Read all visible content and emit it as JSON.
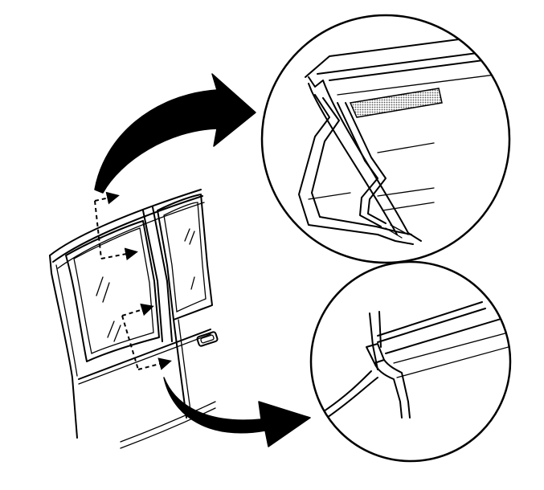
{
  "figure": {
    "description_visible_text": "",
    "colors": {
      "ink": "#000000",
      "paper": "#ffffff",
      "shading": "#999999"
    },
    "callouts": [
      {
        "name": "upper-detail",
        "shows": "glass-channel-retainer-clip"
      },
      {
        "name": "lower-detail",
        "shows": "weatherstrip-lip-at-door-edge"
      }
    ],
    "icons": [
      "curved-arrow-icon",
      "curved-arrow-icon",
      "dashed-pointer-arrow-icon"
    ]
  }
}
